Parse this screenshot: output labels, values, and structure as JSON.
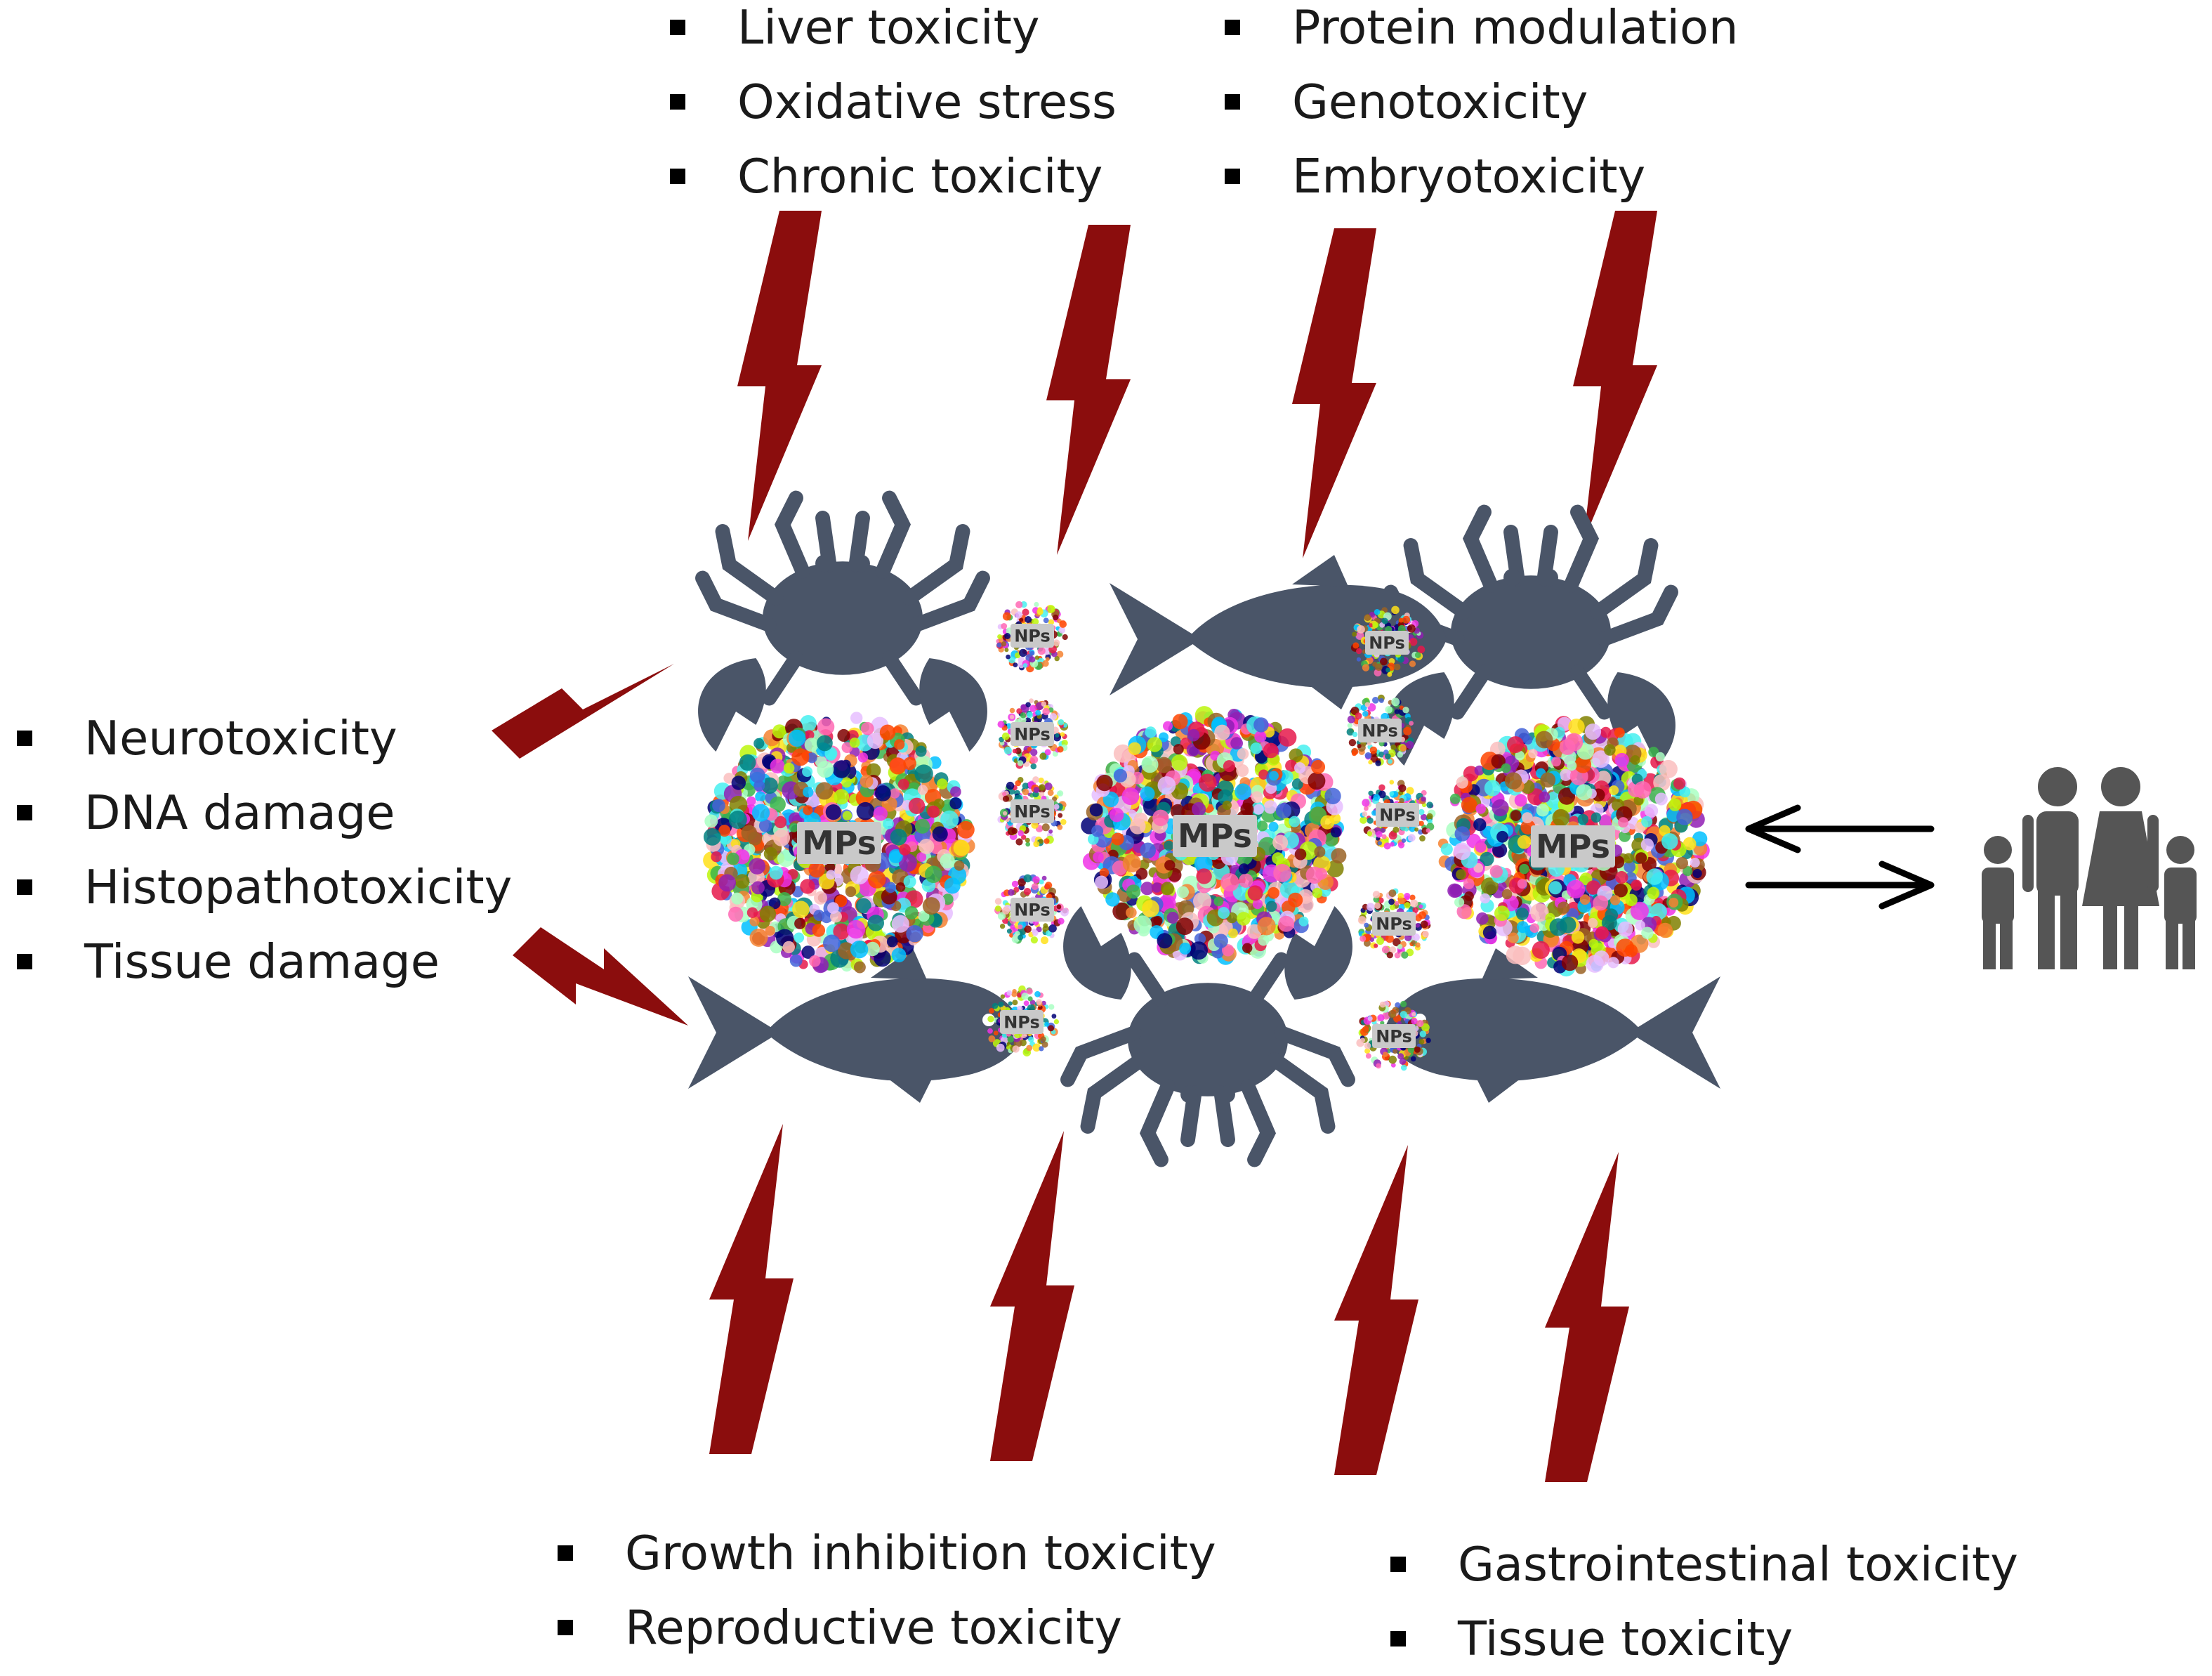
{
  "effects": {
    "top_left": [
      "Liver toxicity",
      "Oxidative stress",
      "Chronic toxicity"
    ],
    "top_right": [
      "Protein modulation",
      "Genotoxicity",
      "Embryotoxicity"
    ],
    "left": [
      "Neurotoxicity",
      "DNA damage",
      "Histopathotoxicity",
      "Tissue damage"
    ],
    "bottom_left": [
      "Growth inhibition toxicity",
      "Reproductive toxicity"
    ],
    "bottom_right": [
      "Gastrointestinal toxicity",
      "Tissue toxicity"
    ]
  },
  "labels": {
    "microplastic": "MPs",
    "nanoplastic": "NPs"
  },
  "colors": {
    "bolt": "#8b0d0d",
    "organism": "#4a5568",
    "human": "#555555",
    "particle_label_bg": "#c9c9c9"
  },
  "icons": [
    "crab-icon",
    "fish-icon",
    "lightning-bolt-icon",
    "family-icon",
    "exchange-arrows-icon"
  ]
}
